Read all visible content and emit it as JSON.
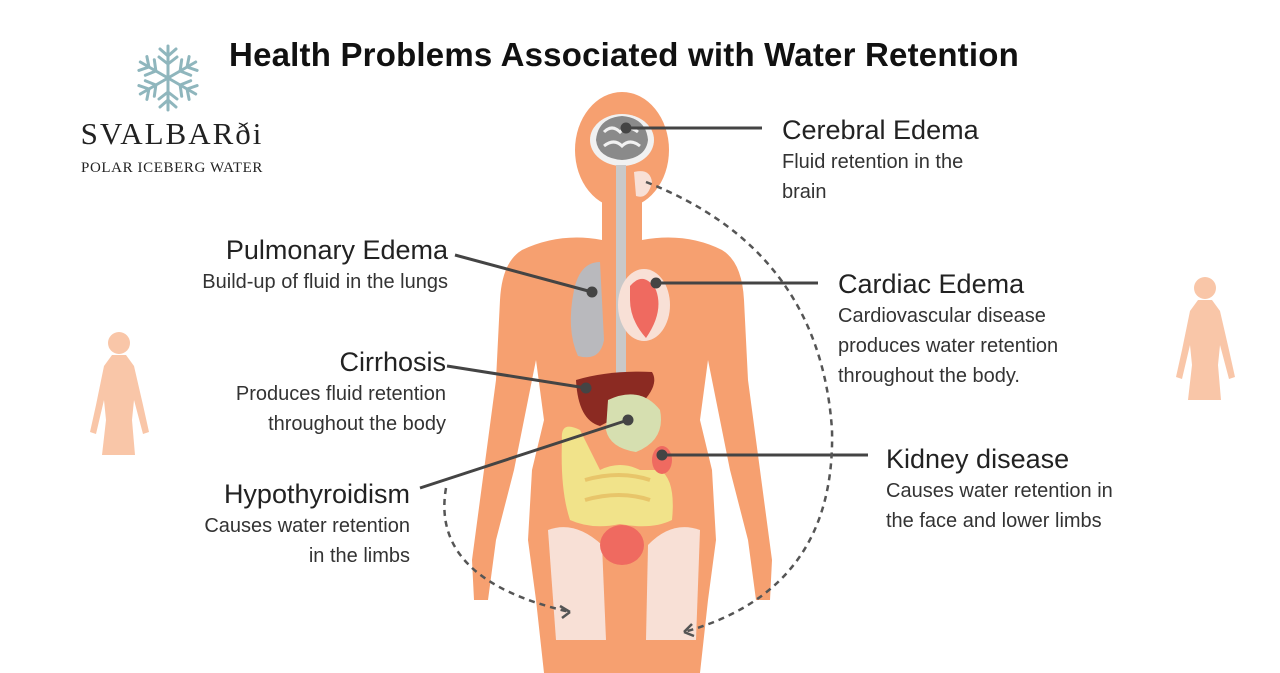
{
  "title": "Health Problems Associated with Water Retention",
  "brand": {
    "name": "SVALBARði",
    "tagline": "POLAR ICEBERG WATER",
    "icon": "snowflake-icon"
  },
  "labels": {
    "cerebral": {
      "heading": "Cerebral Edema",
      "desc": "Fluid retention in the\nbrain"
    },
    "pulmonary": {
      "heading": "Pulmonary Edema",
      "desc": "Build-up of fluid in the lungs"
    },
    "cardiac": {
      "heading": "Cardiac Edema",
      "desc": "Cardiovascular disease\nproduces water retention\nthroughout the body."
    },
    "cirrhosis": {
      "heading": "Cirrhosis",
      "desc": "Produces fluid retention\nthroughout the body"
    },
    "kidney": {
      "heading": "Kidney disease",
      "desc": "Causes water retention in\nthe face and lower limbs"
    },
    "hypothyroidism": {
      "heading": "Hypothyroidism",
      "desc": "Causes water retention\nin the limbs"
    }
  },
  "colors": {
    "body": "#f6a070",
    "body_light": "#f9c6a8",
    "swelling": "#f8e0d6",
    "brain": "#8a8a8a",
    "lung": "#b9b9bd",
    "heart": "#ef6a60",
    "liver": "#8b2a22",
    "stomach": "#d6dfb0",
    "intestine": "#f1e38a",
    "kidney": "#ef6a60",
    "bladder": "#ef6a60",
    "leader": "#444444",
    "snowflake": "#8fb6bd"
  }
}
